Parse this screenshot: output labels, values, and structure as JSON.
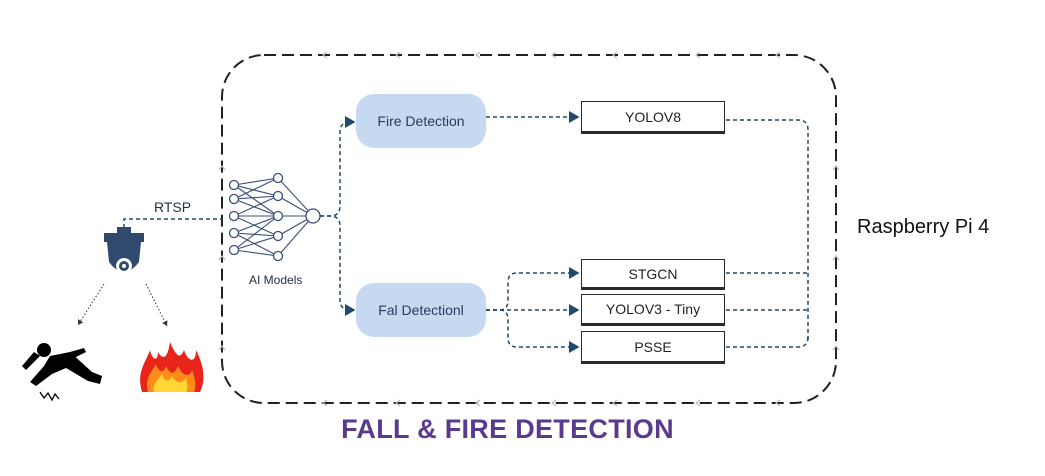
{
  "title": "FALL & FIRE DETECTION",
  "device_label": "Raspberry Pi 4",
  "stream_label": "RTSP",
  "models_label": "AI Models",
  "detections": {
    "fire": {
      "label": "Fire Detection",
      "models": [
        "YOLOV8"
      ]
    },
    "fall": {
      "label": "Fal Detectionl",
      "models": [
        "STGCN",
        "YOLOV3 - Tiny",
        "PSSE"
      ]
    }
  },
  "colors": {
    "title": "#5a3a8e",
    "connector": "#1f4a6e",
    "pill": "#c5d9f1",
    "camera": "#2f4a6e",
    "boundary": "#222222"
  },
  "icons": [
    "camera-icon",
    "neural-network-icon",
    "falling-person-icon",
    "fire-icon"
  ]
}
